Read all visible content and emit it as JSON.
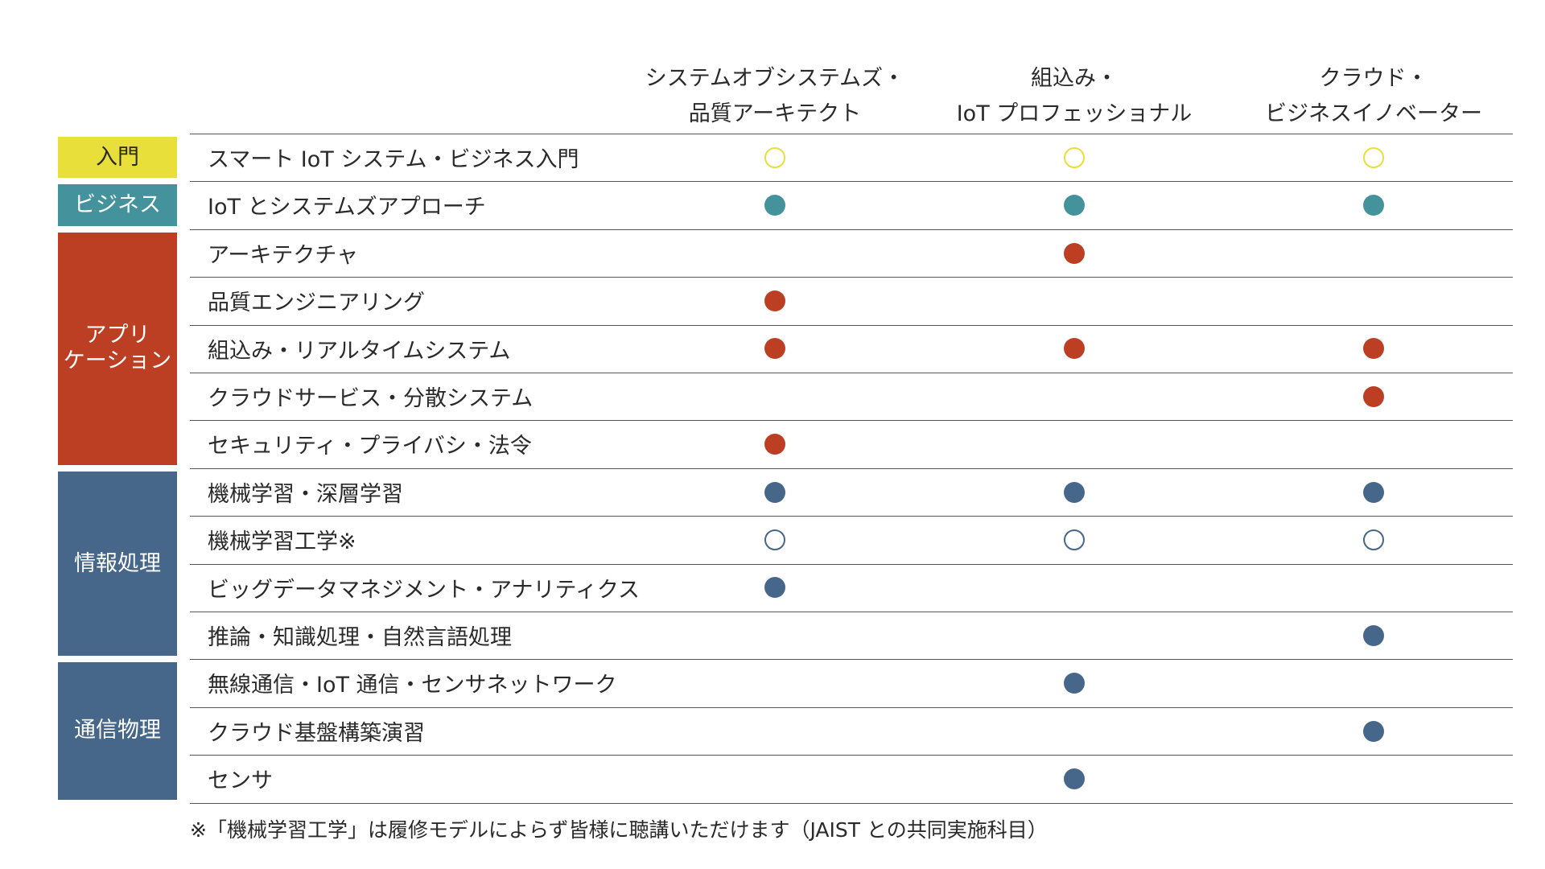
{
  "colors": {
    "intro": "#e8df3a",
    "business": "#44929b",
    "application": "#bd3f23",
    "info": "#466789",
    "comm": "#466789",
    "line": "#555555"
  },
  "columns": [
    {
      "line1": "システムオブシステムズ・",
      "line2": "品質アーキテクト"
    },
    {
      "line1": "組込み・",
      "line2": "IoT プロフェッショナル"
    },
    {
      "line1": "クラウド・",
      "line2": "ビジネスイノベーター"
    }
  ],
  "categories": [
    {
      "lines": [
        "入門"
      ],
      "color": "#e8df3a",
      "text_color": "#2a2a2a",
      "rows": [
        0
      ]
    },
    {
      "lines": [
        "ビジネス"
      ],
      "color": "#44929b",
      "text_color": "#ffffff",
      "rows": [
        1
      ]
    },
    {
      "lines": [
        "アプリ",
        "ケーション"
      ],
      "color": "#bd3f23",
      "text_color": "#ffffff",
      "rows": [
        2,
        3,
        4,
        5,
        6
      ]
    },
    {
      "lines": [
        "情報処理"
      ],
      "color": "#466789",
      "text_color": "#ffffff",
      "rows": [
        7,
        8,
        9,
        10
      ]
    },
    {
      "lines": [
        "通信物理"
      ],
      "color": "#466789",
      "text_color": "#ffffff",
      "rows": [
        11,
        12,
        13
      ]
    }
  ],
  "rows": [
    {
      "label": "スマート IoT システム・ビジネス入門",
      "marks": [
        "hollow",
        "hollow",
        "hollow"
      ],
      "color": "#e8df3a"
    },
    {
      "label": "IoT とシステムズアプローチ",
      "marks": [
        "filled",
        "filled",
        "filled"
      ],
      "color": "#44929b"
    },
    {
      "label": "アーキテクチャ",
      "marks": [
        "",
        "filled",
        ""
      ],
      "color": "#bd3f23"
    },
    {
      "label": "品質エンジニアリング",
      "marks": [
        "filled",
        "",
        ""
      ],
      "color": "#bd3f23"
    },
    {
      "label": "組込み・リアルタイムシステム",
      "marks": [
        "filled",
        "filled",
        "filled"
      ],
      "color": "#bd3f23"
    },
    {
      "label": "クラウドサービス・分散システム",
      "marks": [
        "",
        "",
        "filled"
      ],
      "color": "#bd3f23"
    },
    {
      "label": "セキュリティ・プライバシ・法令",
      "marks": [
        "filled",
        "",
        ""
      ],
      "color": "#bd3f23"
    },
    {
      "label": "機械学習・深層学習",
      "marks": [
        "filled",
        "filled",
        "filled"
      ],
      "color": "#466789"
    },
    {
      "label": "機械学習工学※",
      "marks": [
        "hollow",
        "hollow",
        "hollow"
      ],
      "color": "#466789"
    },
    {
      "label": "ビッグデータマネジメント・アナリティクス",
      "marks": [
        "filled",
        "",
        ""
      ],
      "color": "#466789"
    },
    {
      "label": "推論・知識処理・自然言語処理",
      "marks": [
        "",
        "",
        "filled"
      ],
      "color": "#466789"
    },
    {
      "label": "無線通信・IoT 通信・センサネットワーク",
      "marks": [
        "",
        "filled",
        ""
      ],
      "color": "#466789"
    },
    {
      "label": "クラウド基盤構築演習",
      "marks": [
        "",
        "",
        "filled"
      ],
      "color": "#466789"
    },
    {
      "label": "センサ",
      "marks": [
        "",
        "filled",
        ""
      ],
      "color": "#466789"
    }
  ],
  "footnote": "※「機械学習工学」は履修モデルによらず皆様に聴講いただけます（JAIST との共同実施科目）"
}
